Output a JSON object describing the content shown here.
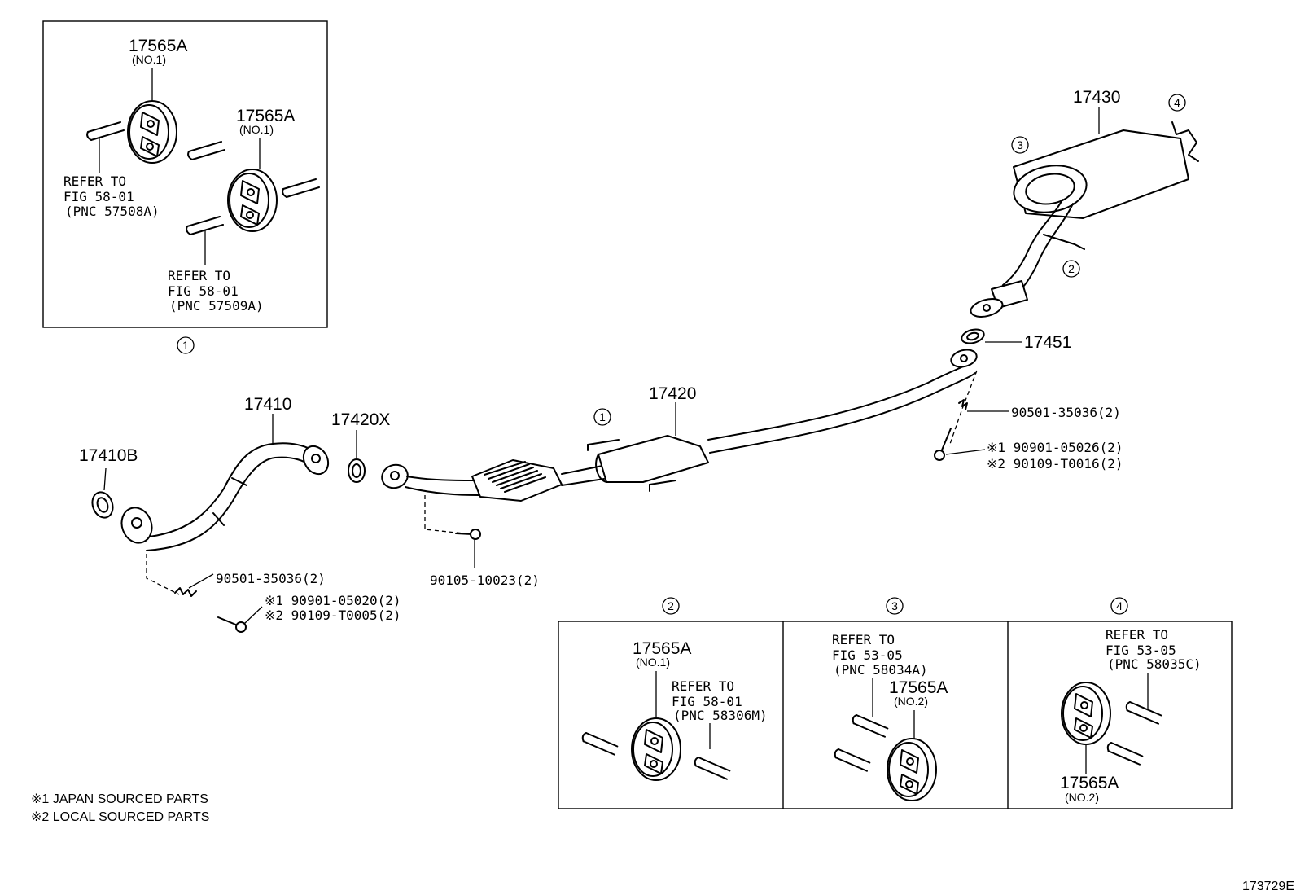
{
  "inset_top": {
    "hanger_a": {
      "part": "17565A",
      "qual": "(NO.1)"
    },
    "hanger_b": {
      "part": "17565A",
      "qual": "(NO.1)"
    },
    "ref_a": {
      "l1": "REFER TO",
      "l2": "FIG 58-01",
      "l3": "(PNC 57508A)"
    },
    "ref_b": {
      "l1": "REFER TO",
      "l2": "FIG 58-01",
      "l3": "(PNC 57509A)"
    },
    "marker": "1"
  },
  "parts": {
    "p17410": "17410",
    "p17410b": "17410B",
    "p17420x": "17420X",
    "p17420": "17420",
    "p17430": "17430",
    "p17451": "17451",
    "spring_front": "90501-35036(2)",
    "bolt_front_1": "※1 90901-05020(2)",
    "bolt_front_2": "※2 90109-T0005(2)",
    "bolt_conv": "90105-10023(2)",
    "spring_rear": "90501-35036(2)",
    "bolt_rear_1": "※1 90901-05026(2)",
    "bolt_rear_2": "※2 90109-T0016(2)"
  },
  "markers": {
    "m1": "1",
    "m2": "2",
    "m3": "3",
    "m4": "4"
  },
  "panel2": {
    "marker": "2",
    "part": "17565A",
    "qual": "(NO.1)",
    "ref1": "REFER TO",
    "ref2": "FIG 58-01",
    "ref3": "(PNC 58306M)"
  },
  "panel3": {
    "marker": "3",
    "part": "17565A",
    "qual": "(NO.2)",
    "ref1": "REFER TO",
    "ref2": "FIG 53-05",
    "ref3": "(PNC 58034A)"
  },
  "panel4": {
    "marker": "4",
    "part": "17565A",
    "qual": "(NO.2)",
    "ref1": "REFER TO",
    "ref2": "FIG 53-05",
    "ref3": "(PNC 58035C)"
  },
  "notes": {
    "n1": "※1 JAPAN SOURCED PARTS",
    "n2": "※2 LOCAL SOURCED PARTS"
  },
  "figure_id": "173729E"
}
